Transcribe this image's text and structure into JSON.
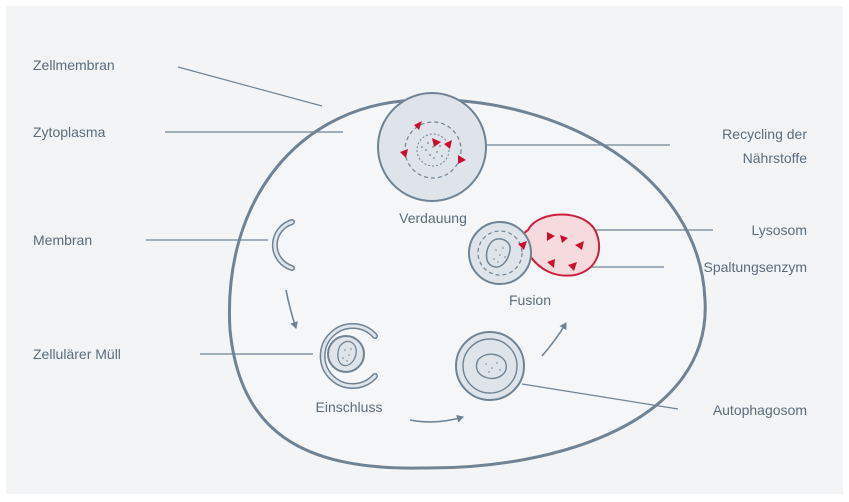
{
  "diagram": {
    "labels": {
      "zellmembran": "Zellmembran",
      "zytoplasma": "Zytoplasma",
      "membran": "Membran",
      "zellulaerer_muell": "Zellulärer Müll",
      "recycling_line1": "Recycling der",
      "recycling_line2": "Nährstoffe",
      "lysosom": "Lysosom",
      "spaltungsenzym": "Spaltungsenzym",
      "autophagosom": "Autophagosom"
    },
    "stages": {
      "verdauung": "Verdauung",
      "fusion": "Fusion",
      "einschluss": "Einschluss"
    }
  },
  "colors": {
    "background": "#f3f4f6",
    "cell_fill": "#f5f6f8",
    "stroke": "#6f8394",
    "text": "#5b6d7c",
    "vesicle_fill": "#dfe4ea",
    "lysosome_fill": "#f7dadd",
    "lysosome_stroke": "#cc1f3e",
    "enzyme": "#c8102e"
  }
}
